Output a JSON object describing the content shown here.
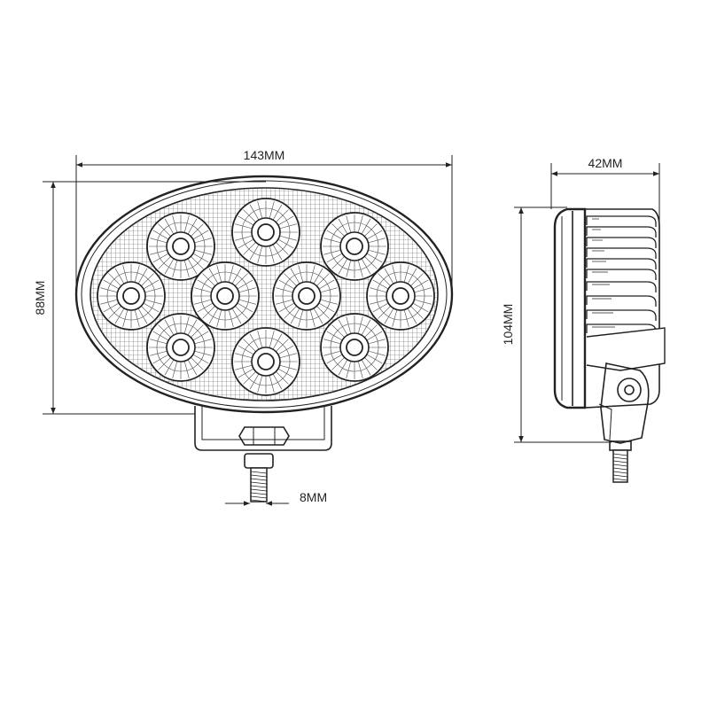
{
  "dimensions": {
    "width_label": "143MM",
    "height_label": "88MM",
    "depth_label": "42MM",
    "side_height_label": "104MM",
    "bolt_label": "8MM"
  },
  "colors": {
    "line": "#222222",
    "background": "#ffffff"
  }
}
